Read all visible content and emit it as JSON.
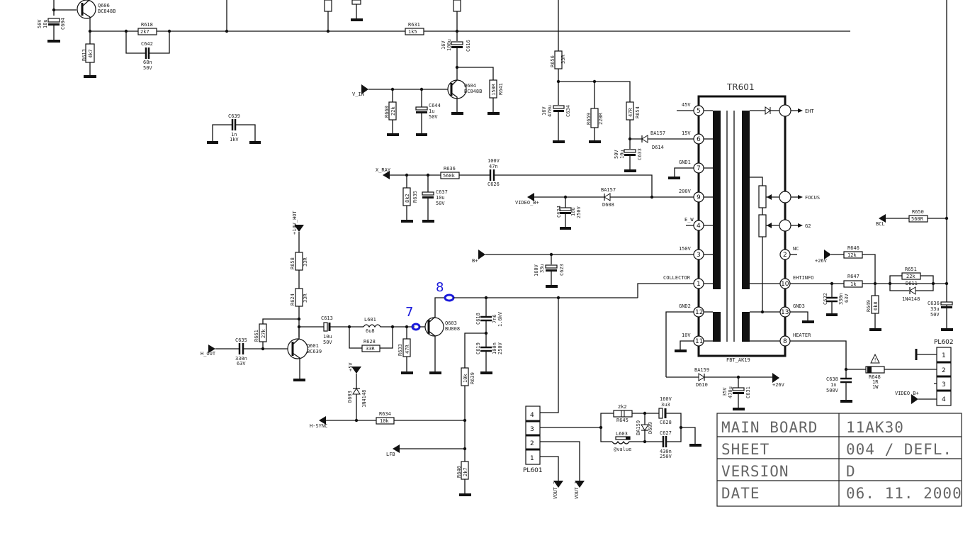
{
  "sheet": {
    "transformer": {
      "ref": "TR601",
      "part": "FBT_AK19"
    },
    "transformer_pins_left": [
      {
        "num": "5",
        "label": "45V"
      },
      {
        "num": "6",
        "label": "15V"
      },
      {
        "num": "7",
        "label": "GND1"
      },
      {
        "num": "9",
        "label": "200V"
      },
      {
        "num": "4",
        "label": "E_W"
      },
      {
        "num": "3",
        "label": "150V"
      },
      {
        "num": "1",
        "label": "COLLECTOR"
      },
      {
        "num": "12",
        "label": "GND2"
      },
      {
        "num": "11",
        "label": "10V"
      }
    ],
    "transformer_pins_right": [
      {
        "num": "",
        "label": "EHT"
      },
      {
        "num": "",
        "label": "FOCUS"
      },
      {
        "num": "",
        "label": "G2"
      },
      {
        "num": "2",
        "label": "NC"
      },
      {
        "num": "10",
        "label": "EHTINFO"
      },
      {
        "num": "13",
        "label": "GND3"
      },
      {
        "num": "8",
        "label": "HEATER"
      }
    ],
    "probes": [
      {
        "id": "7"
      },
      {
        "id": "8"
      }
    ],
    "nets": {
      "v_in": "V_IN",
      "x_ray": "X_RAY",
      "video_b1": "VIDEO_B+",
      "b_plus": "B+",
      "plus14v_hot": "+14V_HOT",
      "h_out": "H_OUT",
      "plus5v": "+5V",
      "h_sync": "H-SYNC",
      "lfb": "LFB",
      "bcl": "BCL",
      "plus26v_a": "+26V",
      "plus26v_b": "+26V",
      "video_b2": "VIDEO_B+",
      "vout_2": "VOUT_2",
      "vout_1": "VOUT_1"
    },
    "components": {
      "q606": {
        "ref": "Q606",
        "val": "BC848B"
      },
      "c604": {
        "ref": "C604",
        "val": "10u",
        "v": "50V"
      },
      "r613": {
        "ref": "R613",
        "val": "4k7"
      },
      "r618": {
        "ref": "R618",
        "val": "2k7"
      },
      "c642": {
        "ref": "C642",
        "val": "68n",
        "v": "50V"
      },
      "c639": {
        "ref": "C639",
        "val": "1n",
        "v": "1kV"
      },
      "r631": {
        "ref": "R631",
        "val": "1k5"
      },
      "c616": {
        "ref": "C616",
        "val": "100u",
        "v": "16V"
      },
      "q604": {
        "ref": "Q604",
        "val": "BC848B"
      },
      "r641": {
        "ref": "R641",
        "val": "150R"
      },
      "r660": {
        "ref": "R660",
        "val": "22k"
      },
      "c644": {
        "ref": "C644",
        "val": "1u",
        "v": "50V"
      },
      "r656": {
        "ref": "R656",
        "val": "33R"
      },
      "c634": {
        "ref": "C634",
        "val": "470u",
        "v": "16V"
      },
      "r659": {
        "ref": "R659",
        "val": "220R"
      },
      "r654": {
        "ref": "R654",
        "val": "47R"
      },
      "c633": {
        "ref": "C633",
        "val": "10u",
        "v": "50V"
      },
      "d614": {
        "ref": "D614",
        "val": "BA157"
      },
      "r636": {
        "ref": "R636",
        "val": "560k"
      },
      "r635": {
        "ref": "R635",
        "val": "8k2"
      },
      "c637": {
        "ref": "C637",
        "val": "10u",
        "v": "50V"
      },
      "c626": {
        "ref": "C626",
        "val": "47n",
        "v": "100V"
      },
      "d608": {
        "ref": "D608",
        "val": "BA157"
      },
      "c624": {
        "ref": "C624",
        "val": "10u",
        "v": "250V"
      },
      "c623": {
        "ref": "C623",
        "val": "33u",
        "v": "160V"
      },
      "r658": {
        "ref": "R658",
        "val": "33R"
      },
      "r624": {
        "ref": "R624",
        "val": "33R"
      },
      "r661": {
        "ref": "R661",
        "val": "27k"
      },
      "c635": {
        "ref": "C635",
        "val": "330n",
        "v": "63V"
      },
      "q601": {
        "ref": "Q601",
        "val": "BC639"
      },
      "c613": {
        "ref": "C613",
        "val": "10u",
        "v": "50V"
      },
      "l601": {
        "ref": "L601",
        "val": "6u8"
      },
      "r628": {
        "ref": "R628",
        "val": "33R"
      },
      "r633": {
        "ref": "R633",
        "val": "47R"
      },
      "q603": {
        "ref": "Q603",
        "val": "BU808"
      },
      "c618": {
        "ref": "C618",
        "val": "7n6",
        "v": "1.6kV"
      },
      "c619": {
        "ref": "C619",
        "val": "100n",
        "v": "250V"
      },
      "r639": {
        "ref": "R639",
        "val": "10k"
      },
      "d603": {
        "ref": "D603",
        "val": "1N4148"
      },
      "r634": {
        "ref": "R634",
        "val": "10k"
      },
      "r640": {
        "ref": "R640",
        "val": "2k7"
      },
      "pl601": {
        "ref": "PL601"
      },
      "r645": {
        "ref": "R645",
        "val": "2k2"
      },
      "l603": {
        "ref": "L603",
        "val": "@value"
      },
      "d609": {
        "ref": "D609",
        "val": "BA159"
      },
      "c628": {
        "ref": "C628",
        "val": "3u3",
        "v": "160V"
      },
      "c627": {
        "ref": "C627",
        "val": "430n",
        "v": "250V"
      },
      "d610": {
        "ref": "D610",
        "val": "BA159"
      },
      "c631": {
        "ref": "C631",
        "val": "470u",
        "v": "35V"
      },
      "c632": {
        "ref": "C632",
        "val": "330n",
        "v": "63V"
      },
      "r650": {
        "ref": "R650",
        "val": "560R"
      },
      "r646": {
        "ref": "R646",
        "val": "12k"
      },
      "r647": {
        "ref": "R647",
        "val": "1k"
      },
      "r649": {
        "ref": "R649",
        "val": "6k8"
      },
      "r651": {
        "ref": "R651",
        "val": "22k"
      },
      "d611": {
        "ref": "D611",
        "val": "1N4148"
      },
      "c636": {
        "ref": "C636",
        "val": "33u",
        "v": "50V"
      },
      "c638": {
        "ref": "C638",
        "val": "1n",
        "v": "500V"
      },
      "r648": {
        "ref": "R648",
        "val": "1R",
        "p": "1W"
      },
      "pl602": {
        "ref": "PL602"
      }
    },
    "connector_pins": [
      "1",
      "2",
      "3",
      "4"
    ],
    "title_block": [
      {
        "label": "MAIN BOARD",
        "value": "11AK30"
      },
      {
        "label": "SHEET",
        "value": "004 / DEFL."
      },
      {
        "label": "VERSION",
        "value": "D"
      },
      {
        "label": "DATE",
        "value": "06. 11. 2000"
      }
    ]
  }
}
